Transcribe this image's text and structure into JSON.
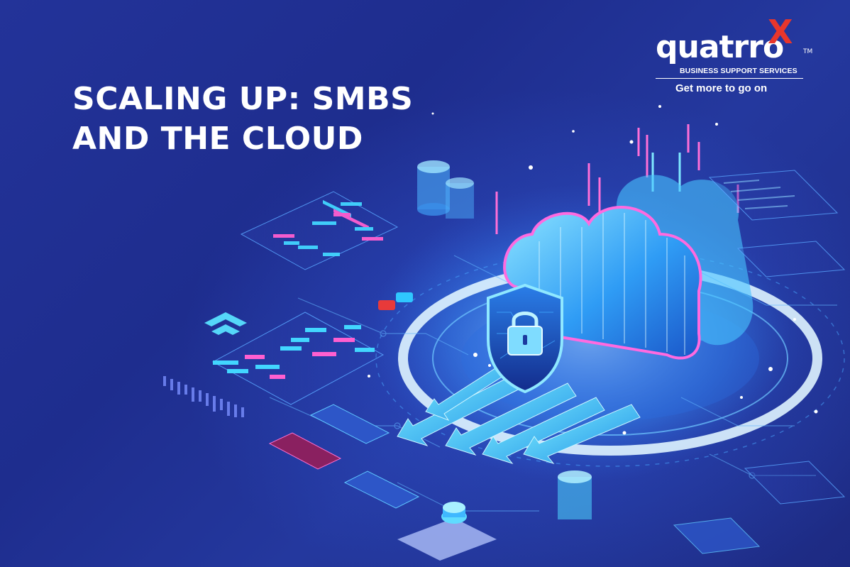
{
  "headline": {
    "line1": "SCALING UP: SMBS",
    "line2": "AND THE CLOUD"
  },
  "brand": {
    "name": "quatrro",
    "mark": "X",
    "trademark": "TM",
    "subtitle": "BUSINESS SUPPORT SERVICES",
    "tagline": "Get more to go on"
  },
  "illustration": {
    "subject": "isometric cloud with security shield and padlock",
    "icons": [
      "cloud-icon",
      "shield-icon",
      "padlock-icon",
      "arrow-icon",
      "database-icon",
      "chevron-icon"
    ],
    "colors": {
      "background": "#1f2c86",
      "cyan": "#3fd0ff",
      "neon_pink": "#ff4fd8",
      "glow_white": "#e8f6ff",
      "accent_red": "#e8362c"
    }
  }
}
